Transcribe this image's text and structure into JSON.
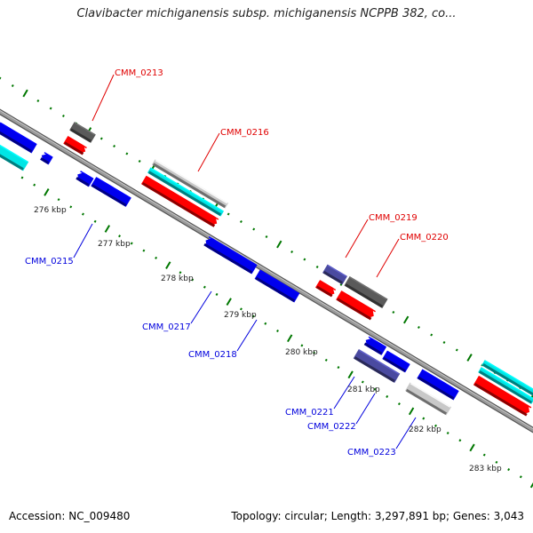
{
  "title": "Clavibacter michiganensis subsp. michiganensis NCPPB 382, co...",
  "footer": {
    "accession": "Accession: NC_009480",
    "topology": "Topology: circular; Length: 3,297,891 bp; Genes: 3,043"
  },
  "colors": {
    "backbone": "#808080",
    "red": "#ff0000",
    "blue": "#0000ee",
    "cyan": "#00e5e5",
    "dark_gray": "#5a5a5a",
    "light_gray": "#c8c8c8",
    "slate": "#4a4aa0",
    "tick_green": "#007700",
    "label_red": "#e00000",
    "label_blue": "#0000dd"
  },
  "scale_labels": [
    "276 kbp",
    "277 kbp",
    "278 kbp",
    "279 kbp",
    "280 kbp",
    "281 kbp",
    "282 kbp",
    "283 kbp"
  ],
  "gene_labels_top": [
    "CMM_0213",
    "CMM_0216",
    "CMM_0219",
    "CMM_0220"
  ],
  "gene_labels_bottom": [
    "CMM_0215",
    "CMM_0217",
    "CMM_0218",
    "CMM_0221",
    "CMM_0222",
    "CMM_0223"
  ]
}
